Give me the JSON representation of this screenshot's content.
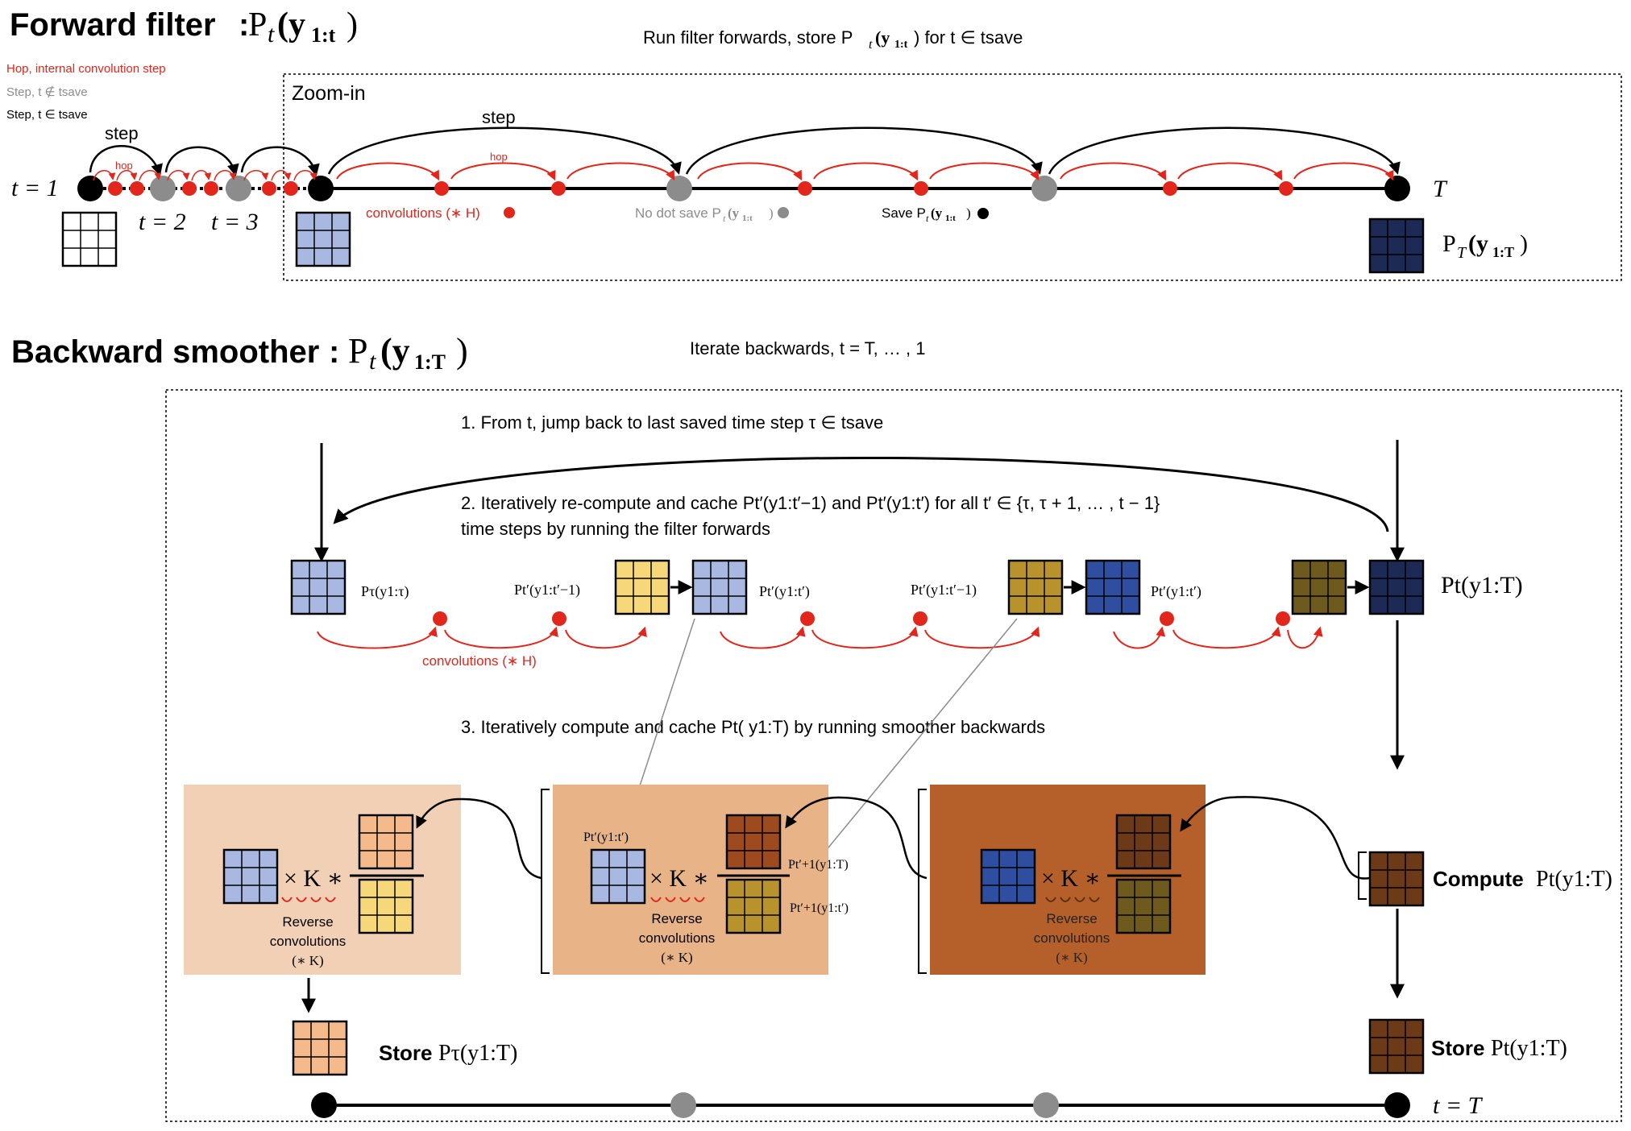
{
  "forward": {
    "title_word": "Forward filter",
    "title_math": "P",
    "title_sub": "t",
    "title_paren": "(y",
    "title_range": "1:t",
    "title_close": ")",
    "run_text": "Run filter forwards, store P",
    "run_sub": "t",
    "run_arg": "(y",
    "run_range": "1:t",
    "run_tail": ") for t ∈ tsave",
    "legend_hop": "Hop, internal convolution step",
    "legend_step_not": "Step, t ∉ tsave",
    "legend_step_in": "Step, t ∈ tsave",
    "zoom_label": "Zoom-in",
    "step_label": "step",
    "hop_label": "hop",
    "t1_label": "t = 1",
    "t2_label": "t = 2",
    "t3_label": "t = 3",
    "T_label": "T",
    "conv_label": "convolutions (∗ H)",
    "nodot_label": "No dot save P",
    "nodot_sub": "t",
    "nodot_arg": "(y",
    "nodot_range": "1:t",
    "nodot_close": ")",
    "save_label": "Save P",
    "save_sub": "t",
    "save_arg": "(y",
    "save_range": "1:t",
    "save_close": ")",
    "PT_label": "P",
    "PT_sub": "T",
    "PT_arg": "(y",
    "PT_range": "1:T",
    "PT_close": ")"
  },
  "backward": {
    "title_word": "Backward smoother",
    "title_math": "P",
    "title_sub": "t",
    "title_paren": "(y",
    "title_range": "1:T",
    "title_close": ")",
    "iterate_text": "Iterate backwards, t = T, … , 1",
    "step1": "1. From t, jump back to last saved time step τ ∈ tsave",
    "step2_line1": "2. Iteratively re-compute and cache Pt′(y1:t′−1) and  Pt′(y1:t′) for all t′ ∈ {τ,  τ + 1, … , t − 1}",
    "step2_line2": "time steps by running the filter forwards",
    "step3": "3. Iteratively compute and cache Pt( y1:T) by running smoother backwards",
    "p_tau": "Pτ(y1:τ)",
    "p_tp_minus_a": "Pt′(y1:t′−1)",
    "p_tp_a": "Pt′(y1:t′)",
    "p_tp_minus_b": "Pt′(y1:t′−1)",
    "p_tp_b": "Pt′(y1:t′)",
    "p_t_T": "Pt(y1:T)",
    "conv_label": "convolutions (∗ H)",
    "times_K": "× K ∗",
    "reverse1": "Reverse",
    "reverse2": "convolutions",
    "reverse3": "(∗ K)",
    "mid_p_tp": "Pt′(y1:t′)",
    "mid_p_next_T": "Pt′+1(y1:T)",
    "mid_p_next_tp": "Pt′+1(y1:t′)",
    "compute_label": "Compute",
    "compute_math": "Pt(y1:T)",
    "store_left_word": "Store",
    "store_left_math": "Pτ(y1:T)",
    "store_right_word": "Store",
    "store_right_math": "Pt(y1:T)",
    "tT_label": "t = T"
  },
  "colors": {
    "red": "#e2261c",
    "gray": "#8c8c8c",
    "light_blue": "#a9b8e0",
    "mid_blue": "#2f4ea0",
    "dark_navy": "#1c2a55",
    "yellow": "#f6d77a",
    "gold": "#b8922a",
    "olive": "#6e5a1c",
    "orange_peach": "#f4ba8c",
    "rust": "#9c4a1e",
    "brown": "#6d3a18",
    "panel_light": "#f2d0b6",
    "panel_mid": "#e8b487",
    "panel_dark": "#b5602a"
  }
}
